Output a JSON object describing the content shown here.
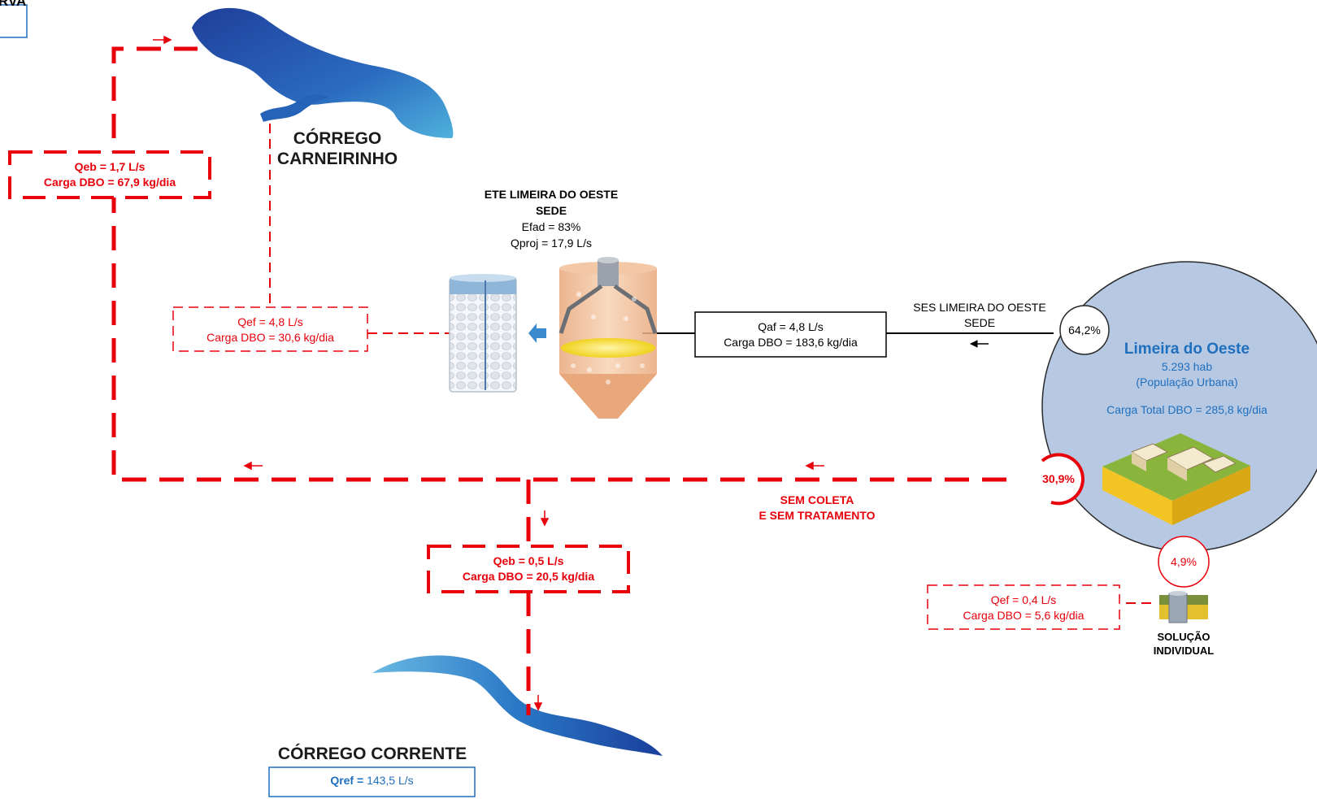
{
  "top_left_fragment": "RVA",
  "river_carneirinho": {
    "line1": "CÓRREGO",
    "line2": "CARNEIRINHO"
  },
  "river_corrente": {
    "label": "CÓRREGO CORRENTE",
    "qref_label": "Qref =",
    "qref_value": "143,5 L/s"
  },
  "box_qeb_top": {
    "line1": "Qeb = 1,7 L/s",
    "line2": "Carga DBO = 67,9  kg/dia"
  },
  "box_qef_ete": {
    "line1": "Qef = 4,8 L/s",
    "line2": "Carga DBO = 30,6 kg/dia"
  },
  "ete": {
    "title_prefix": "ETE",
    "title_rest": "LIMEIRA DO OESTE",
    "title_line2": "SEDE",
    "efad": "Efad = 83%",
    "qproj": "Qproj = 17,9 L/s"
  },
  "box_qaf": {
    "line1": "Qaf = 4,8 L/s",
    "line2": "Carga DBO = 183,6 kg/dia"
  },
  "ses": {
    "line1": "SES LIMEIRA DO OESTE",
    "line2": "SEDE"
  },
  "city": {
    "name": "Limeira do Oeste",
    "population": "5.293 hab",
    "population_note": "(População Urbana)",
    "total_load": "Carga Total DBO = 285,8 kg/dia",
    "pct_ses": "64,2%",
    "pct_sem_coleta": "30,9%",
    "pct_individual": "4,9%"
  },
  "sem_coleta": {
    "line1": "SEM COLETA",
    "line2": "E SEM TRATAMENTO"
  },
  "box_qeb_mid": {
    "line1": "Qeb = 0,5 L/s",
    "line2": "Carga DBO = 20,5  kg/dia"
  },
  "box_qef_ind": {
    "line1": "Qef = 0,4 L/s",
    "line2": "Carga DBO = 5,6 kg/dia"
  },
  "solucao": {
    "line1": "SOLUÇÃO",
    "line2": "INDIVIDUAL"
  },
  "colors": {
    "red": "#e8000b",
    "blue": "#1f6fbf",
    "city_fill": "#b7c9e2",
    "river_dark": "#1f4fa0",
    "river_light": "#4aa6d6"
  }
}
